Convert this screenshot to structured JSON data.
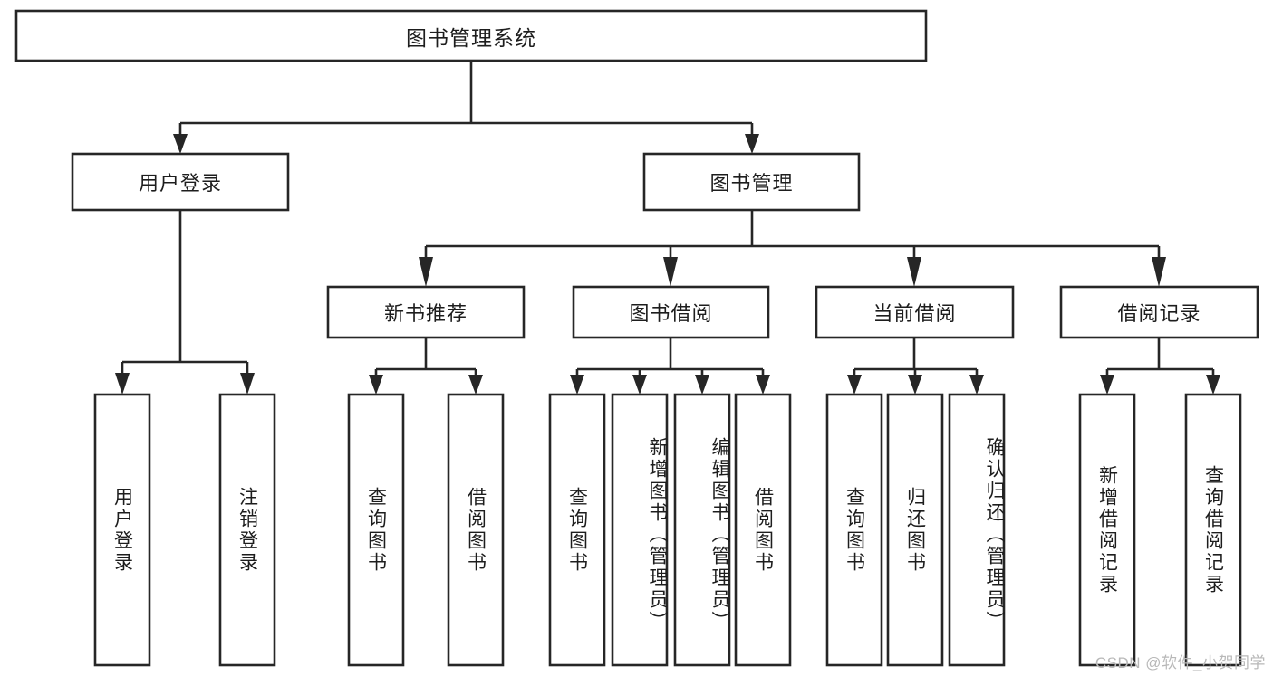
{
  "diagram": {
    "title": "图书管理系统",
    "type": "tree",
    "orientation": "top-down",
    "theme": {
      "background": "#ffffff",
      "box_fill": "#ffffff",
      "box_stroke": "#262626",
      "text_color": "#1d1d1d",
      "watermark_color": "#b8b8b8"
    },
    "root": {
      "id": "root",
      "label": "图书管理系统",
      "orientation": "horizontal"
    },
    "level2": [
      {
        "id": "user-login",
        "label": "用户登录",
        "orientation": "horizontal"
      },
      {
        "id": "book-manage",
        "label": "图书管理",
        "orientation": "horizontal"
      }
    ],
    "level3": [
      {
        "id": "new-book-recommend",
        "label": "新书推荐",
        "parent": "book-manage",
        "orientation": "horizontal"
      },
      {
        "id": "book-borrow",
        "label": "图书借阅",
        "parent": "book-manage",
        "orientation": "horizontal"
      },
      {
        "id": "current-borrow",
        "label": "当前借阅",
        "parent": "book-manage",
        "orientation": "horizontal"
      },
      {
        "id": "borrow-record",
        "label": "借阅记录",
        "parent": "book-manage",
        "orientation": "horizontal"
      }
    ],
    "leaves": [
      {
        "id": "leaf-user-login",
        "label": "用户登录",
        "parent": "user-login",
        "orientation": "vertical"
      },
      {
        "id": "leaf-logout-login",
        "label": "注销登录",
        "parent": "user-login",
        "orientation": "vertical"
      },
      {
        "id": "leaf-query-book-1",
        "label": "查询图书",
        "parent": "new-book-recommend",
        "orientation": "vertical"
      },
      {
        "id": "leaf-borrow-book-1",
        "label": "借阅图书",
        "parent": "new-book-recommend",
        "orientation": "vertical"
      },
      {
        "id": "leaf-query-book-2",
        "label": "查询图书",
        "parent": "book-borrow",
        "orientation": "vertical"
      },
      {
        "id": "leaf-add-book",
        "label": "新增图书（管理员）",
        "parent": "book-borrow",
        "orientation": "vertical"
      },
      {
        "id": "leaf-edit-book",
        "label": "编辑图书（管理员）",
        "parent": "book-borrow",
        "orientation": "vertical"
      },
      {
        "id": "leaf-borrow-book-2",
        "label": "借阅图书",
        "parent": "book-borrow",
        "orientation": "vertical"
      },
      {
        "id": "leaf-query-book-3",
        "label": "查询图书",
        "parent": "current-borrow",
        "orientation": "vertical"
      },
      {
        "id": "leaf-return-book",
        "label": "归还图书",
        "parent": "current-borrow",
        "orientation": "vertical"
      },
      {
        "id": "leaf-confirm-return",
        "label": "确认归还（管理员）",
        "parent": "current-borrow",
        "orientation": "vertical"
      },
      {
        "id": "leaf-add-borrow-record",
        "label": "新增借阅记录",
        "parent": "borrow-record",
        "orientation": "vertical"
      },
      {
        "id": "leaf-query-borrow-record",
        "label": "查询借阅记录",
        "parent": "borrow-record",
        "orientation": "vertical"
      }
    ],
    "watermark": "CSDN @软件_小贺同学"
  }
}
